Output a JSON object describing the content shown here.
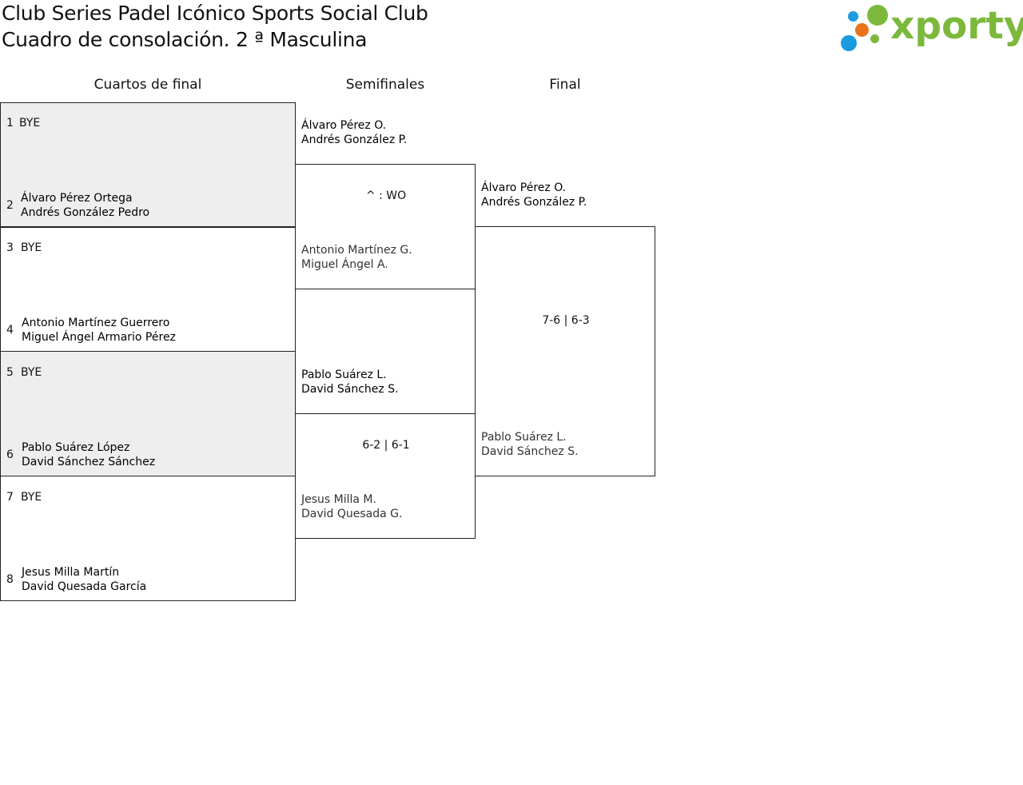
{
  "header": {
    "title_line1": "Club Series Padel Icónico Sports Social Club",
    "title_line2": "Cuadro de consolación. 2 ª Masculina"
  },
  "logo": {
    "text": "xporty",
    "colors": {
      "green": "#7cb83c",
      "blue": "#1a9be0",
      "orange": "#e8731a"
    }
  },
  "rounds": {
    "quarterfinals": "Cuartos de final",
    "semifinals": "Semifinales",
    "final": "Final"
  },
  "quarterfinals": [
    {
      "seed_top": "1",
      "top": "BYE",
      "seed_bottom": "2",
      "bottom_line1": "Álvaro Pérez Ortega",
      "bottom_line2": "Andrés González Pedro"
    },
    {
      "seed_top": "3",
      "top": "BYE",
      "seed_bottom": "4",
      "bottom_line1": "Antonio Martínez Guerrero",
      "bottom_line2": "Miguel Ángel Armario Pérez"
    },
    {
      "seed_top": "5",
      "top": "BYE",
      "seed_bottom": "6",
      "bottom_line1": "Pablo Suárez López",
      "bottom_line2": "David Sánchez Sánchez"
    },
    {
      "seed_top": "7",
      "top": "BYE",
      "seed_bottom": "8",
      "bottom_line1": "Jesus Milla Martín",
      "bottom_line2": "David Quesada García"
    }
  ],
  "semifinals": [
    {
      "top_line1": "Álvaro Pérez O.",
      "top_line2": "Andrés González P.",
      "score": "^ : WO",
      "bottom_line1": "Antonio Martínez G.",
      "bottom_line2": "Miguel Ángel A."
    },
    {
      "top_line1": "Pablo Suárez L.",
      "top_line2": "David Sánchez S.",
      "score": "6-2 | 6-1",
      "bottom_line1": "Jesus Milla M.",
      "bottom_line2": "David Quesada G."
    }
  ],
  "final": {
    "top_line1": "Álvaro Pérez O.",
    "top_line2": "Andrés González P.",
    "score": "7-6 | 6-3",
    "bottom_line1": "Pablo Suárez L.",
    "bottom_line2": "David Sánchez S."
  }
}
